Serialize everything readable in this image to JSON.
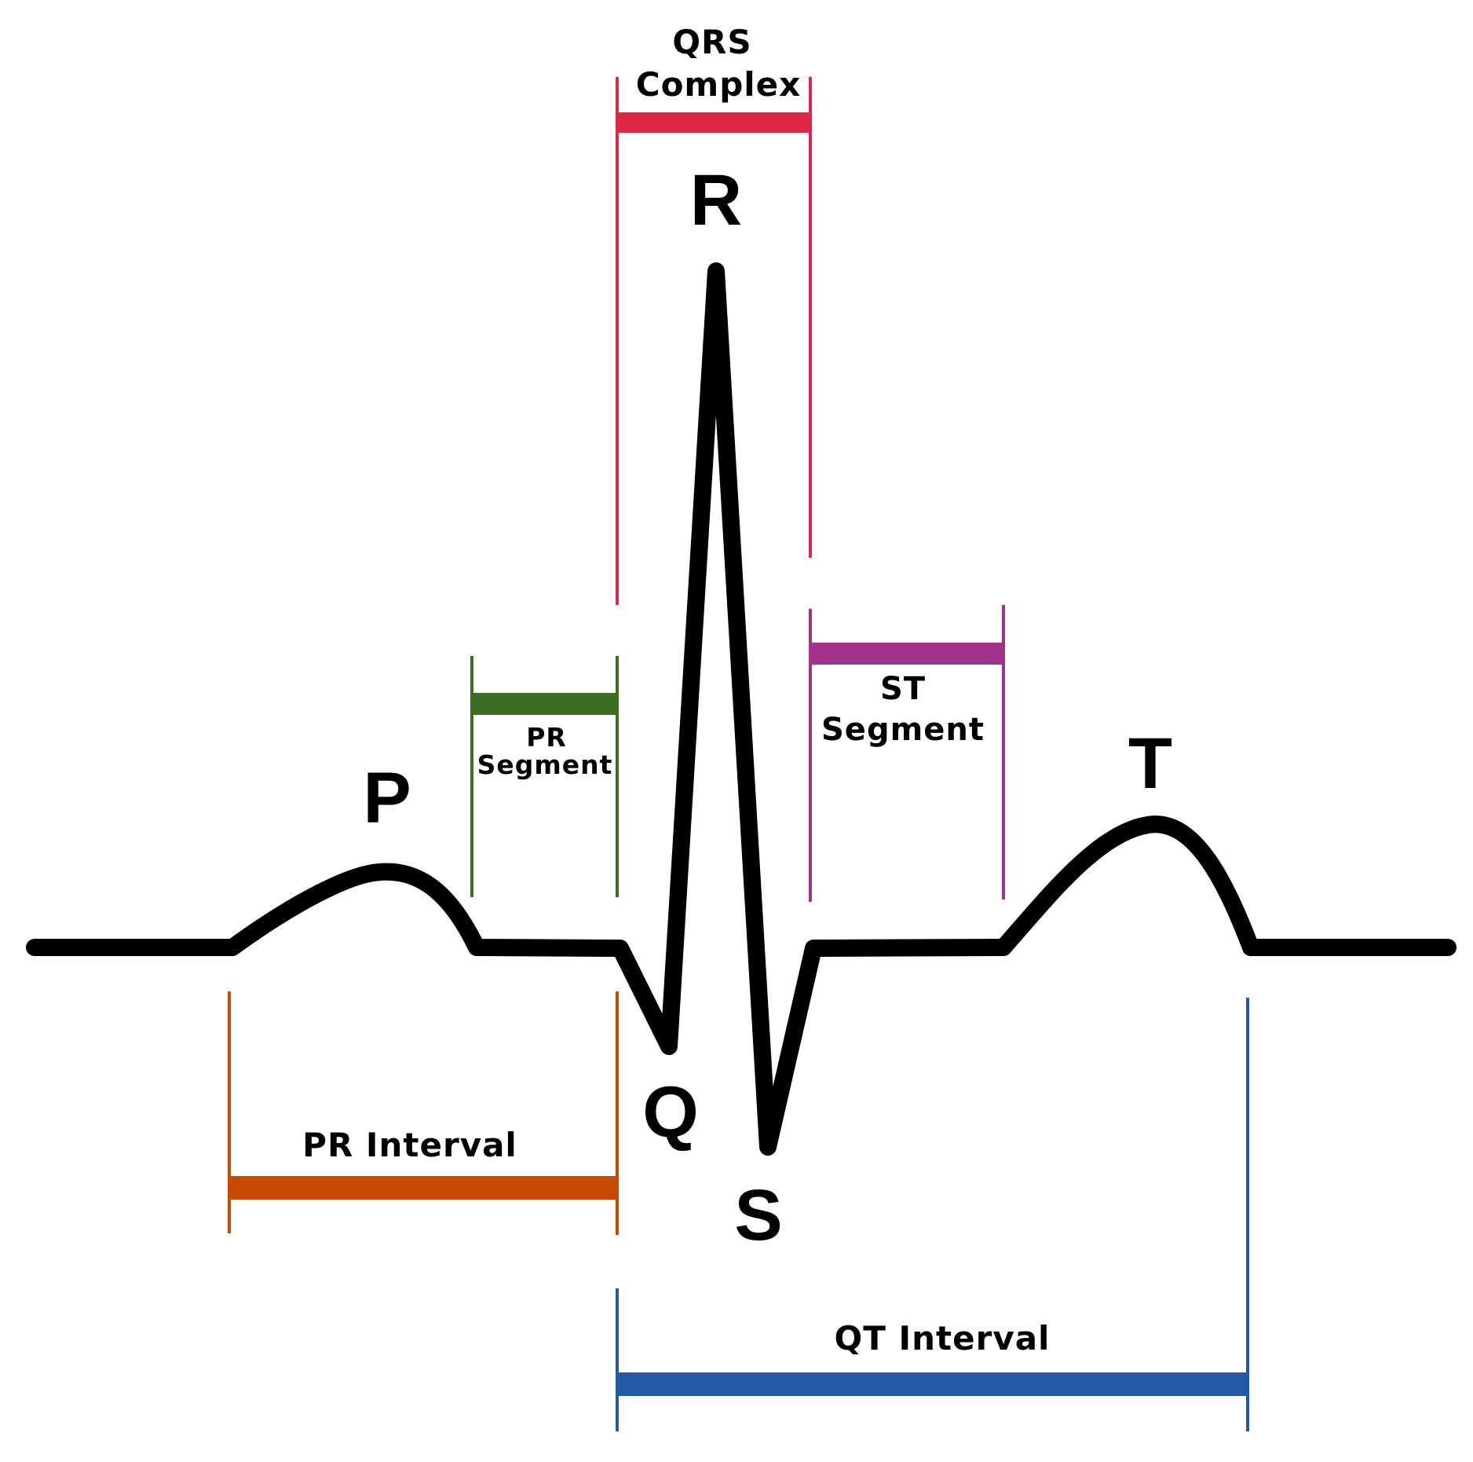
{
  "colors": {
    "trace": "#000000",
    "qrs_complex": "#dc2845",
    "pr_segment": "#3c6e22",
    "st_segment": "#a2338a",
    "pr_interval": "#c84a00",
    "qt_interval": "#2459a6"
  },
  "waves": {
    "p": "P",
    "q": "Q",
    "r": "R",
    "s": "S",
    "t": "T"
  },
  "brackets": {
    "qrs_complex": {
      "line1": "QRS",
      "line2": "Complex"
    },
    "pr_segment": {
      "line1": "PR",
      "line2": "Segment"
    },
    "st_segment": {
      "line1": "ST",
      "line2": "Segment"
    },
    "pr_interval": {
      "label": "PR Interval"
    },
    "qt_interval": {
      "label": "QT Interval"
    }
  }
}
